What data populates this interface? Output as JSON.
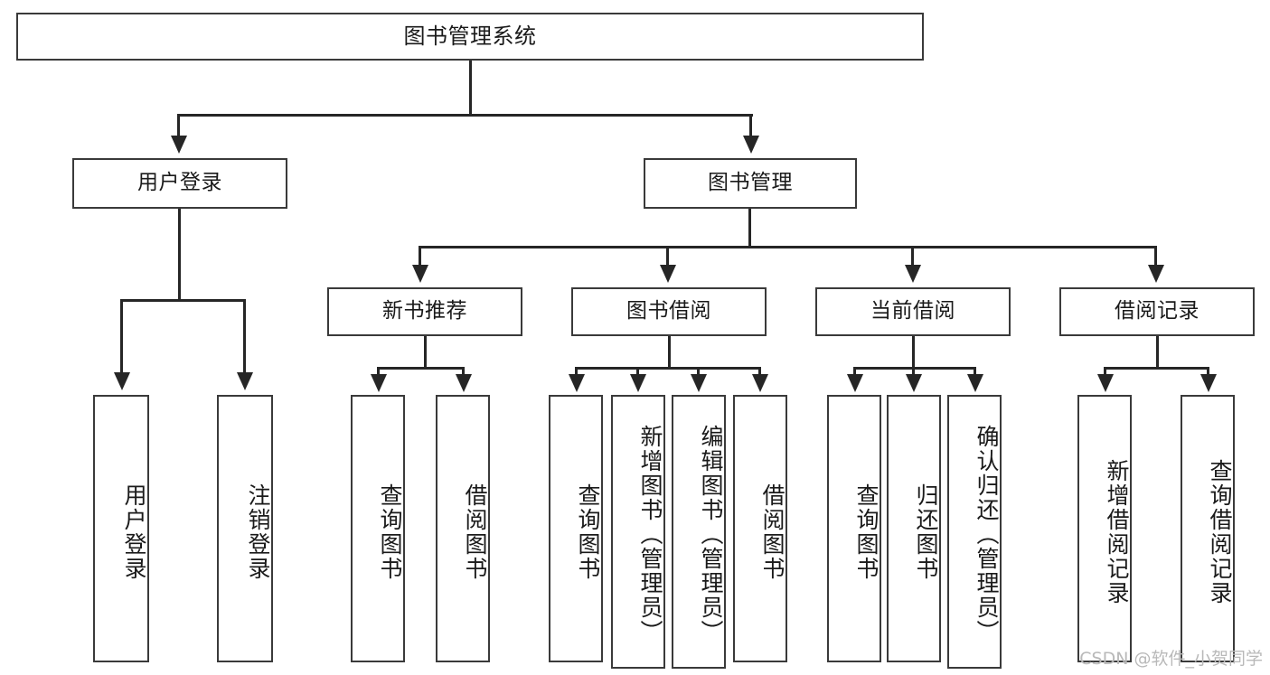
{
  "diagram": {
    "title": "图书管理系统",
    "type": "hierarchy-tree",
    "root": {
      "label": "图书管理系统"
    },
    "level2": [
      {
        "label": "用户登录"
      },
      {
        "label": "图书管理"
      }
    ],
    "level3": [
      {
        "label": "新书推荐"
      },
      {
        "label": "图书借阅"
      },
      {
        "label": "当前借阅"
      },
      {
        "label": "借阅记录"
      }
    ],
    "leaves": {
      "user_login": [
        {
          "label": "用户登录"
        },
        {
          "label": "注销登录"
        }
      ],
      "new_book_recommend": [
        {
          "label": "查询图书"
        },
        {
          "label": "借阅图书"
        }
      ],
      "book_borrow": [
        {
          "label": "查询图书"
        },
        {
          "label": "新增图书（管理员）"
        },
        {
          "label": "编辑图书（管理员）"
        },
        {
          "label": "借阅图书"
        }
      ],
      "current_borrow": [
        {
          "label": "查询图书"
        },
        {
          "label": "归还图书"
        },
        {
          "label": "确认归还（管理员）"
        }
      ],
      "borrow_record": [
        {
          "label": "新增借阅记录"
        },
        {
          "label": "查询借阅记录"
        }
      ]
    }
  },
  "watermark": {
    "text": "CSDN @软件_小贺同学"
  },
  "colors": {
    "box_border": "#3a3a3a",
    "connector": "#262626",
    "background": "#ffffff",
    "text": "#1a1a1a",
    "watermark": "#b9b9b9"
  }
}
